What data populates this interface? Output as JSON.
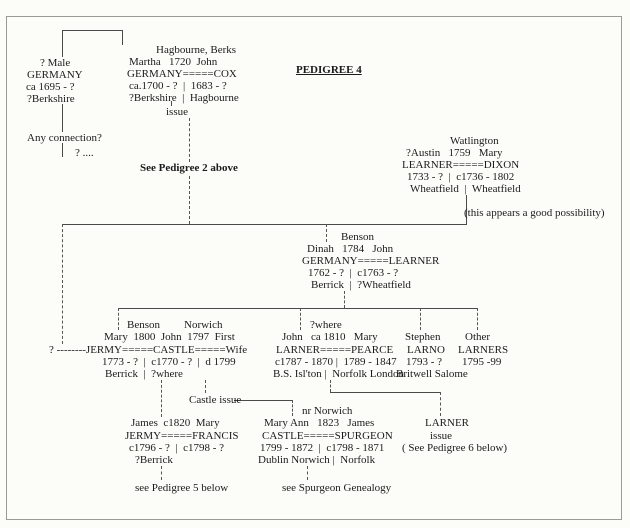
{
  "annotations": {
    "title": "PEDIGREE 4",
    "any_connection": "Any connection?",
    "unknown_line": "? ....",
    "see_pedigree_2": "See Pedigree 2 above",
    "good_possibility": "(this appears a good possibility)",
    "castle_issue": "Castle issue",
    "see_pedigree_5": "see Pedigree 5 below",
    "see_spurgeon": "see Spurgeon Genealogy"
  },
  "families": {
    "germany_male": {
      "lines": [
        "? Male",
        "GERMANY",
        "ca 1695 - ?",
        "?Berkshire"
      ]
    },
    "germany_cox": {
      "lines": [
        "Hagbourne, Berks",
        "Martha   1720  John",
        "GERMANY=====COX",
        "ca.1700 - ?  |  1683 - ?",
        "?Berkshire  |  Hagbourne",
        "issue"
      ]
    },
    "learner_dixon": {
      "lines": [
        "Watlington",
        "?Austin   1759   Mary",
        "LEARNER=====DIXON",
        "1733 - ?  |  c1736 - 1802",
        "Wheatfield  |  Wheatfield"
      ]
    },
    "germany_learner": {
      "lines": [
        "Benson",
        "Dinah   1784   John",
        "GERMANY=====LEARNER",
        "1762 - ?  |  c1763 - ?",
        "Berrick  |  ?Wheatfield"
      ]
    },
    "jermy_castle": {
      "lines": [
        "Benson",
        "Norwich",
        "Mary  1800  John  1797  First",
        "? --------JERMY=====CASTLE=====Wife",
        "1773 - ?  |  c1770 - ?  |  d 1799",
        "Berrick  |  ?where"
      ]
    },
    "larner_pearce": {
      "lines": [
        "?where",
        "John   ca 1810   Mary",
        "LARNER=====PEARCE",
        "c1787 - 1870 |  1789 - 1847",
        "B.S. Isl'ton |  Norfolk London"
      ]
    },
    "stephen_larno": {
      "lines": [
        "Stephen",
        "LARNO",
        "1793 - ?",
        "Britwell Salome"
      ]
    },
    "other_larners": {
      "lines": [
        "Other",
        "LARNERS",
        "1795 -99"
      ]
    },
    "jermy_francis": {
      "lines": [
        "James  c1820  Mary",
        "JERMY=====FRANCIS",
        "c1796 - ?  |  c1798 - ?",
        "?Berrick"
      ]
    },
    "castle_spurgeon": {
      "lines": [
        "nr Norwich",
        "Mary Ann   1823   James",
        "CASTLE=====SPURGEON",
        "1799 - 1872  |  c1798 - 1871",
        "Dublin Norwich |  Norfolk"
      ]
    },
    "larner_issue": {
      "lines": [
        "LARNER",
        "issue",
        "( See Pedigree 6 below)"
      ]
    }
  }
}
